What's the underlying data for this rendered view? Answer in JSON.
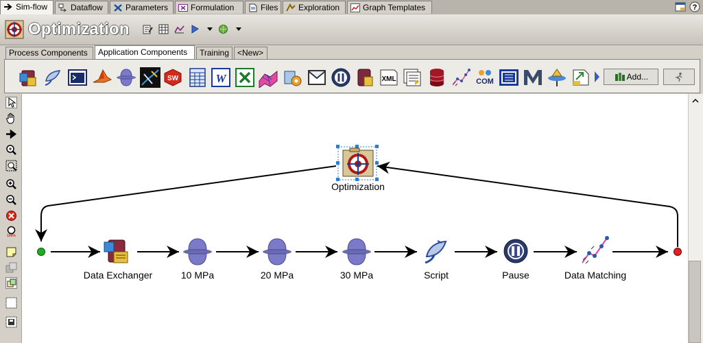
{
  "top_tabs": [
    {
      "label": "Sim-flow",
      "icon": "arrow-right-icon"
    },
    {
      "label": "Dataflow",
      "icon": "dataflow-icon"
    },
    {
      "label": "Parameters",
      "icon": "parameters-icon"
    },
    {
      "label": "Formulation",
      "icon": "formulation-icon"
    },
    {
      "label": "Files",
      "icon": "files-icon"
    },
    {
      "label": "Exploration",
      "icon": "exploration-icon"
    },
    {
      "label": "Graph Templates",
      "icon": "graph-templates-icon"
    }
  ],
  "title": "Optimization",
  "sub_tabs": [
    "Process Components",
    "Application Components",
    "Training",
    "<New>"
  ],
  "active_sub_tab": "Application Components",
  "palette": {
    "add_label": "Add...",
    "components": [
      "data-exchanger-icon",
      "script-icon",
      "console-icon",
      "matlab-icon",
      "pressure-node-icon",
      "catia-icon",
      "solidworks-icon",
      "calculator-icon",
      "word-icon",
      "excel-icon",
      "surface-icon",
      "gear-device-icon",
      "envelope-icon",
      "pause-icon",
      "database-icon",
      "xml-icon",
      "batch-icon",
      "stack-db-icon",
      "data-matching-icon",
      "com-icon",
      "module-icon",
      "mathcad-icon",
      "satellite-icon",
      "export-icon"
    ]
  },
  "left_tools": [
    "select-arrow-icon",
    "hand-pan-icon",
    "connect-arrow-icon",
    "zoom-area-icon",
    "zoom-fit-icon",
    "zoom-in-icon",
    "zoom-out-icon",
    "zoom-reset-icon",
    "zoom-100-icon",
    "note-icon",
    "group-icon",
    "ungroup-icon",
    "grid-icon",
    "save-layout-icon"
  ],
  "flow": {
    "optimizer": {
      "label": "Optimization"
    },
    "nodes": [
      {
        "label": "Data Exchanger",
        "icon": "data-exchanger-icon"
      },
      {
        "label": "10 MPa",
        "icon": "pressure-node-icon"
      },
      {
        "label": "20 MPa",
        "icon": "pressure-node-icon"
      },
      {
        "label": "30 MPa",
        "icon": "pressure-node-icon"
      },
      {
        "label": "Script",
        "icon": "script-icon"
      },
      {
        "label": "Pause",
        "icon": "pause-icon"
      },
      {
        "label": "Data Matching",
        "icon": "data-matching-icon"
      }
    ]
  },
  "colors": {
    "start": "#22aa22",
    "end": "#dd2222",
    "selection": "#2a7fd4",
    "title_text": "#ffffff"
  }
}
